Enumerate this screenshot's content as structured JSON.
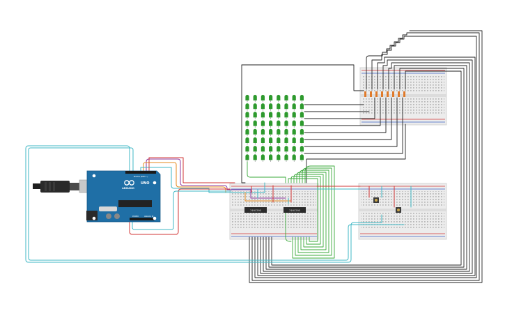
{
  "arduino": {
    "brand_text": "ARDUINO",
    "model_text": "UNO",
    "digital_label": "DIGITAL (PWM ~)",
    "power_label": "POWER",
    "analog_label": "ANALOG IN"
  },
  "chips": {
    "left_label": "74HC595",
    "right_label": "74HC595"
  },
  "led_matrix": {
    "rows": 8,
    "cols": 8,
    "color": "#2e9a2e"
  },
  "colors": {
    "wire_black": "#222222",
    "wire_cyan": "#3fb7c4",
    "wire_purple": "#8e3a9e",
    "wire_orange": "#e58a1e",
    "wire_red": "#d23434",
    "wire_green": "#3aa83a",
    "board_blue": "#1f6fa6",
    "breadboard": "#e9e9e9"
  }
}
